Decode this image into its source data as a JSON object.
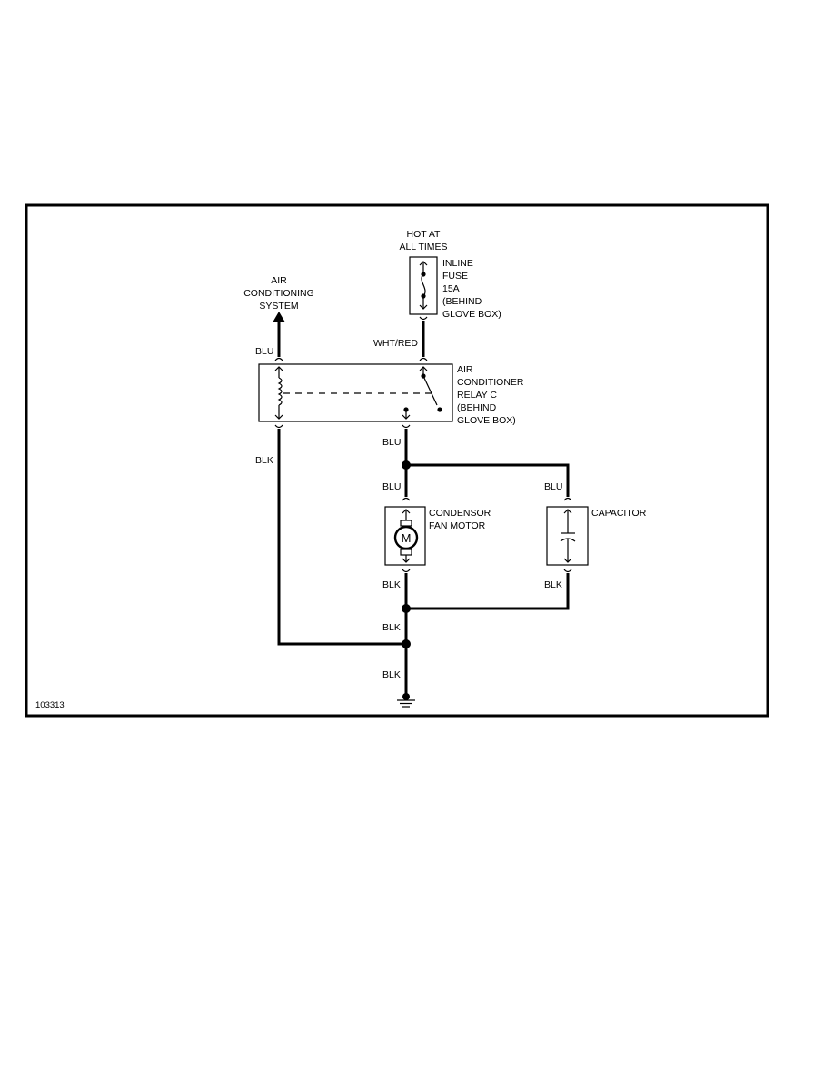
{
  "diagram_id": "103313",
  "labels": {
    "hot_at_all_times": [
      "HOT AT",
      "ALL TIMES"
    ],
    "inline_fuse": [
      "INLINE",
      "FUSE",
      "15A",
      "(BEHIND",
      "GLOVE BOX)"
    ],
    "ac_system": [
      "AIR",
      "CONDITIONING",
      "SYSTEM"
    ],
    "relay": [
      "AIR",
      "CONDITIONER",
      "RELAY C",
      "(BEHIND",
      "GLOVE BOX)"
    ],
    "condensor_fan_motor": [
      "CONDENSOR",
      "FAN MOTOR"
    ],
    "capacitor": [
      "CAPACITOR"
    ],
    "motor_symbol": "M"
  },
  "wires": {
    "wht_red": "WHT/RED",
    "blu": "BLU",
    "blk": "BLK"
  }
}
